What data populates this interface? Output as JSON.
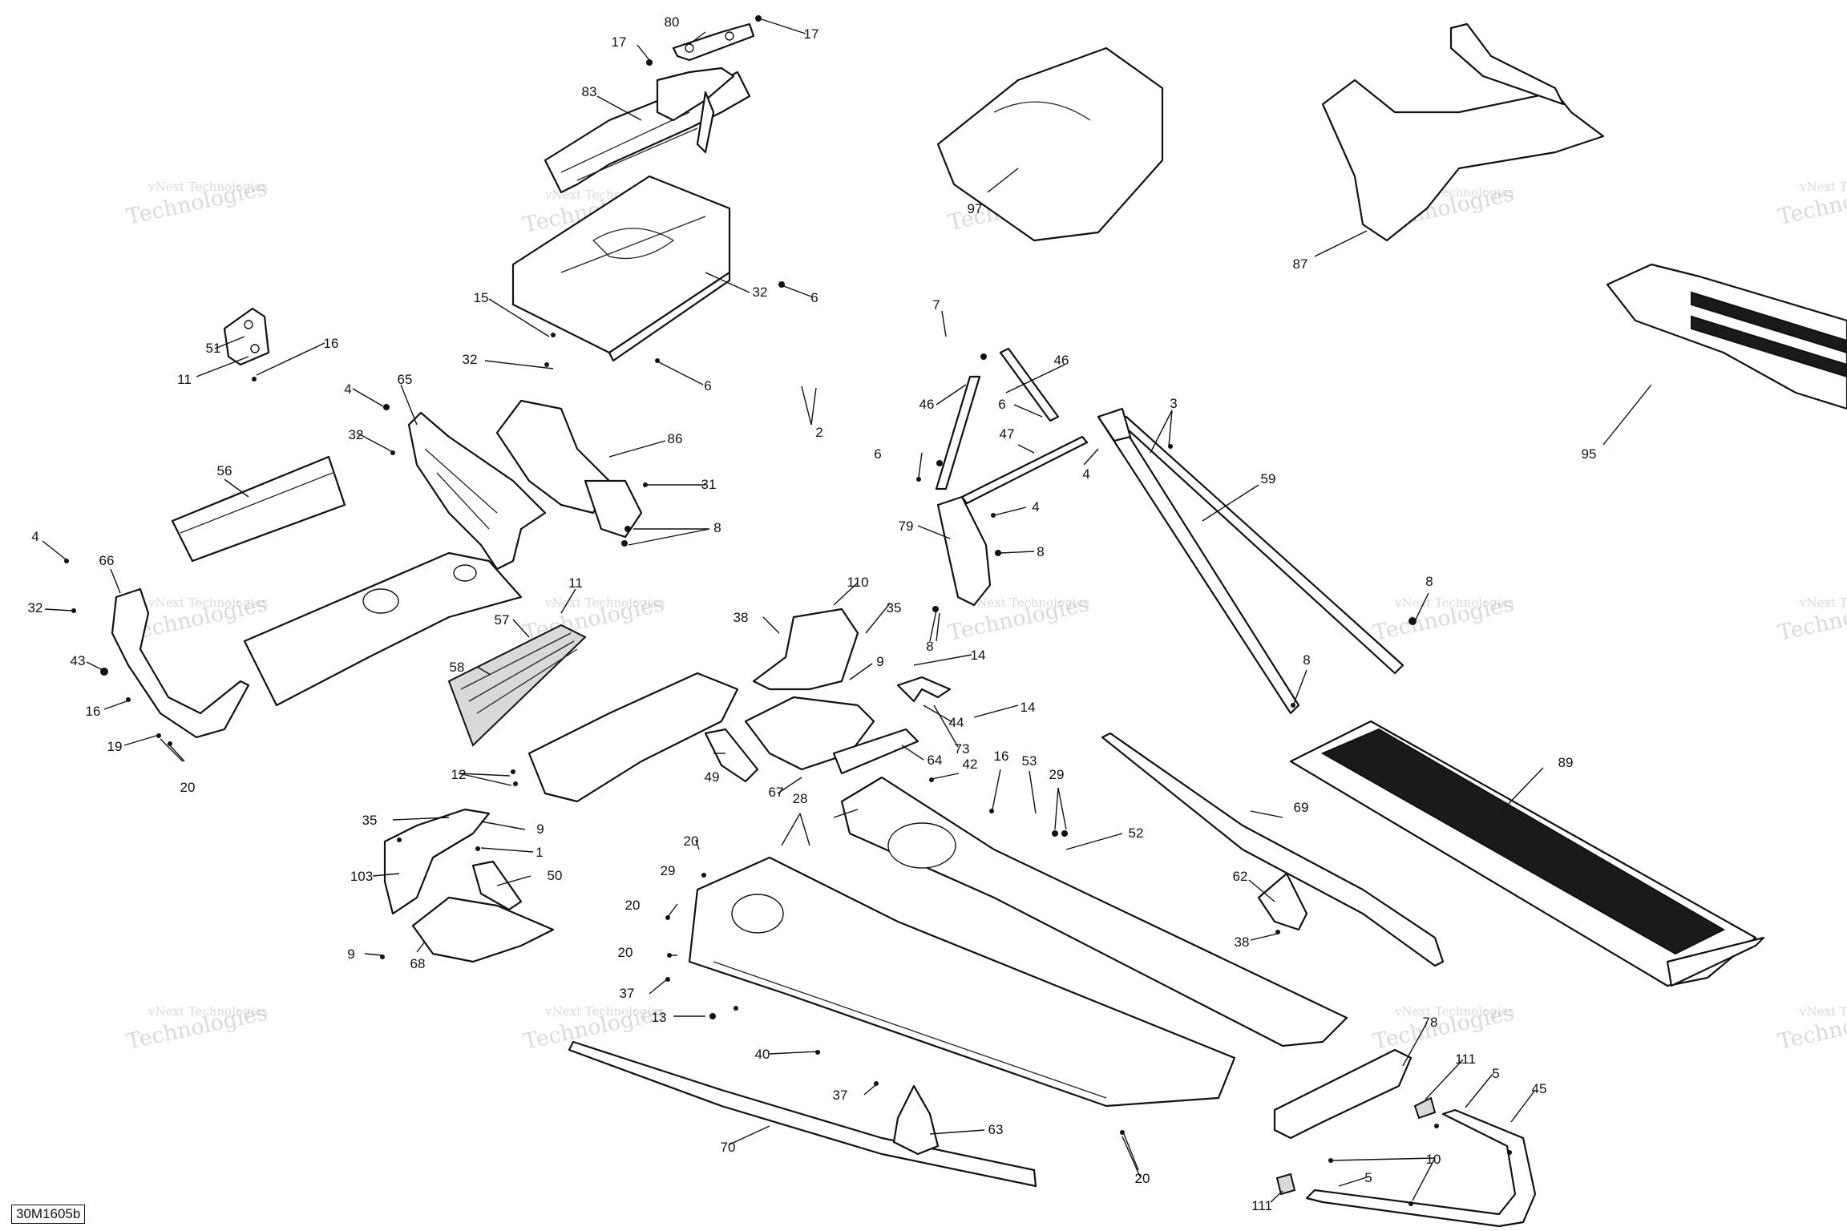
{
  "drawing_id": "30M1605b",
  "watermark": {
    "line1": "vNext Technologies",
    "line2": "Technologies"
  },
  "callouts": [
    "80",
    "17",
    "17",
    "83",
    "6",
    "32",
    "15",
    "32",
    "6",
    "2",
    "51",
    "16",
    "11",
    "4",
    "65",
    "32",
    "86",
    "31",
    "8",
    "56",
    "4",
    "66",
    "32",
    "43",
    "16",
    "19",
    "20",
    "11",
    "57",
    "58",
    "12",
    "35",
    "9",
    "1",
    "103",
    "50",
    "9",
    "68",
    "110",
    "38",
    "35",
    "9",
    "14",
    "44",
    "14",
    "73",
    "64",
    "49",
    "67",
    "28",
    "42",
    "16",
    "53",
    "29",
    "52",
    "20",
    "29",
    "20",
    "20",
    "37",
    "13",
    "40",
    "37",
    "63",
    "70",
    "20",
    "7",
    "46",
    "6",
    "46",
    "6",
    "47",
    "3",
    "4",
    "59",
    "79",
    "4",
    "8",
    "8",
    "8",
    "8",
    "97",
    "87",
    "95",
    "89",
    "69",
    "62",
    "38",
    "78",
    "111",
    "5",
    "45",
    "10",
    "5",
    "111"
  ]
}
